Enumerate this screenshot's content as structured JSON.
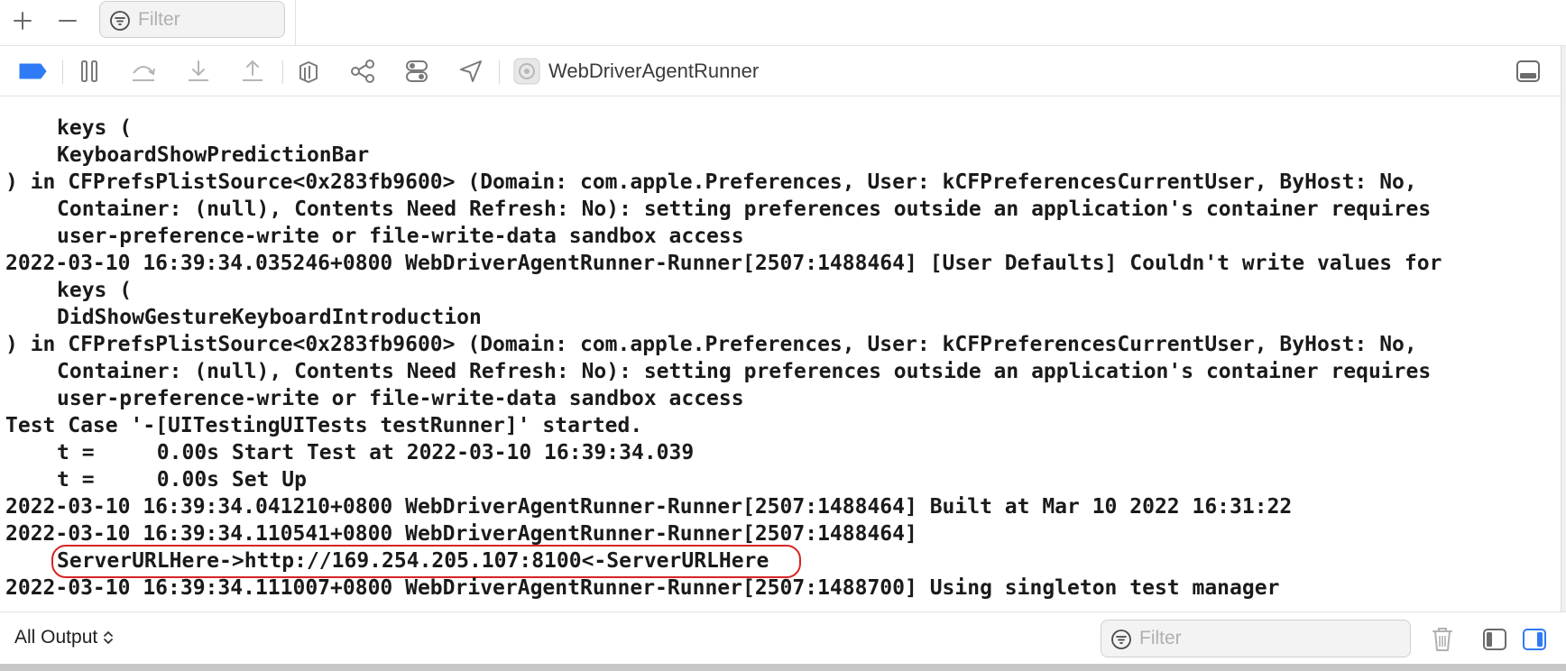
{
  "top_filter": {
    "placeholder": "Filter",
    "add_icon": "plus-icon",
    "remove_icon": "minus-icon"
  },
  "debug_toolbar": {
    "target_name": "WebDriverAgentRunner",
    "breakpoint_color": "#2f7bf6"
  },
  "console": {
    "partial_top_line": "                                                                                              ",
    "lines": [
      {
        "indent": true,
        "text": "keys (",
        "highlight": false
      },
      {
        "indent": true,
        "text": "KeyboardShowPredictionBar",
        "highlight": false
      },
      {
        "indent": false,
        "text": ") in CFPrefsPlistSource<0x283fb9600> (Domain: com.apple.Preferences, User: kCFPreferencesCurrentUser, ByHost: No,",
        "highlight": false
      },
      {
        "indent": true,
        "text": "Container: (null), Contents Need Refresh: No): setting preferences outside an application's container requires",
        "highlight": false
      },
      {
        "indent": true,
        "text": "user-preference-write or file-write-data sandbox access",
        "highlight": false
      },
      {
        "indent": false,
        "text": "2022-03-10 16:39:34.035246+0800 WebDriverAgentRunner-Runner[2507:1488464] [User Defaults] Couldn't write values for",
        "highlight": false
      },
      {
        "indent": true,
        "text": "keys (",
        "highlight": false
      },
      {
        "indent": true,
        "text": "DidShowGestureKeyboardIntroduction",
        "highlight": false
      },
      {
        "indent": false,
        "text": ") in CFPrefsPlistSource<0x283fb9600> (Domain: com.apple.Preferences, User: kCFPreferencesCurrentUser, ByHost: No,",
        "highlight": false
      },
      {
        "indent": true,
        "text": "Container: (null), Contents Need Refresh: No): setting preferences outside an application's container requires",
        "highlight": false
      },
      {
        "indent": true,
        "text": "user-preference-write or file-write-data sandbox access",
        "highlight": false
      },
      {
        "indent": false,
        "text": "Test Case '-[UITestingUITests testRunner]' started.",
        "highlight": false
      },
      {
        "indent": true,
        "text": "t =     0.00s Start Test at 2022-03-10 16:39:34.039",
        "highlight": false
      },
      {
        "indent": true,
        "text": "t =     0.00s Set Up",
        "highlight": false
      },
      {
        "indent": false,
        "text": "2022-03-10 16:39:34.041210+0800 WebDriverAgentRunner-Runner[2507:1488464] Built at Mar 10 2022 16:31:22",
        "highlight": false
      },
      {
        "indent": false,
        "text": "2022-03-10 16:39:34.110541+0800 WebDriverAgentRunner-Runner[2507:1488464]",
        "highlight": false
      },
      {
        "indent": true,
        "text": "ServerURLHere->http://169.254.205.107:8100<-ServerURLHere",
        "highlight": true
      },
      {
        "indent": false,
        "text": "2022-03-10 16:39:34.111007+0800 WebDriverAgentRunner-Runner[2507:1488700] Using singleton test manager",
        "highlight": false
      }
    ]
  },
  "bottom_bar": {
    "output_label": "All Output",
    "filter_placeholder": "Filter",
    "active_toggle_color": "#2f7bf6"
  }
}
